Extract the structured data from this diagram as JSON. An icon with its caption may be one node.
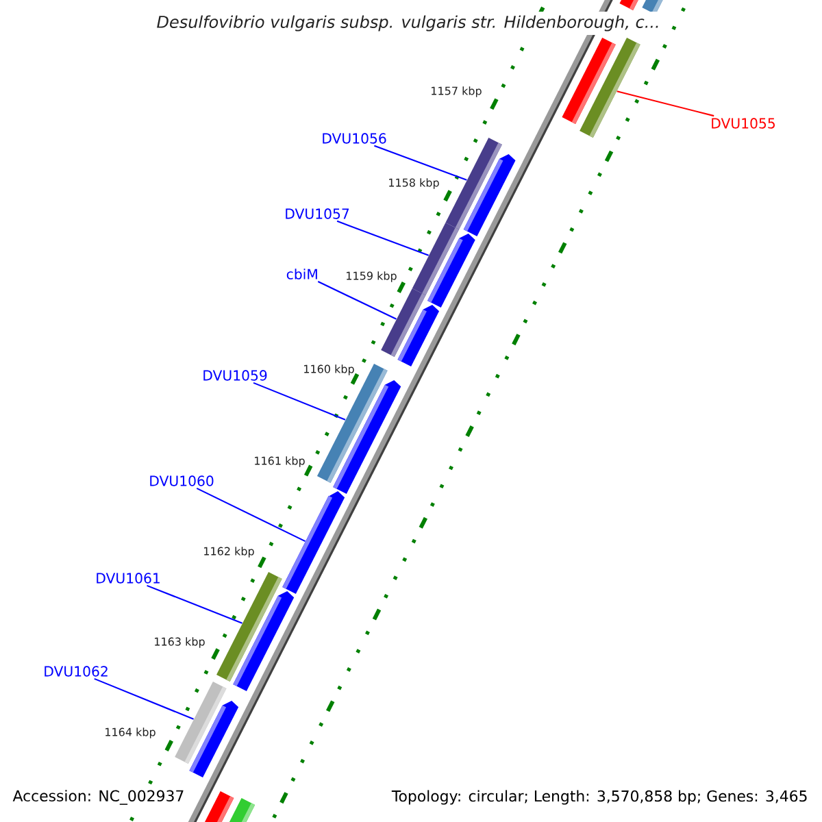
{
  "diagram": {
    "title": "Desulfovibrio vulgaris subsp. vulgaris str. Hildenborough, c...",
    "nodes": [
      {
        "text": [
          "DVU1055"
        ]
      },
      {
        "text": [
          "DVU1056"
        ]
      },
      {
        "text": [
          "DVU1057"
        ]
      },
      {
        "text": [
          "cbiM"
        ]
      },
      {
        "text": [
          "DVU1059"
        ]
      },
      {
        "text": [
          "DVU1060"
        ]
      },
      {
        "text": [
          "DVU1061"
        ]
      },
      {
        "text": [
          "DVU1062"
        ]
      },
      {
        "text": [],
        "shape": "bar"
      },
      {
        "text": [],
        "shape": "bar"
      },
      {
        "text": [],
        "shape": "bar"
      },
      {
        "text": [],
        "shape": "bar"
      },
      {
        "text": [],
        "shape": "bar"
      },
      {
        "text": [],
        "shape": "bar"
      },
      {
        "text": [],
        "shape": "bar"
      },
      {
        "text": [],
        "shape": "arrow"
      }
    ],
    "edges": [
      {
        "from": 0,
        "to": 8,
        "arrow": "none",
        "color": "#ff0000"
      },
      {
        "from": 1,
        "to": 9,
        "arrow": "none"
      },
      {
        "from": 2,
        "to": 10,
        "arrow": "none"
      },
      {
        "from": 3,
        "to": 11,
        "arrow": "none"
      },
      {
        "from": 4,
        "to": 12,
        "arrow": "none"
      },
      {
        "from": 5,
        "to": 15,
        "arrow": "none"
      },
      {
        "from": 6,
        "to": 13,
        "arrow": "none"
      },
      {
        "from": 7,
        "to": 14,
        "arrow": "none"
      }
    ],
    "labels": [
      "1157 kbp",
      "1158 kbp",
      "1159 kbp",
      "1160 kbp",
      "1161 kbp",
      "1162 kbp",
      "1163 kbp",
      "1164 kbp",
      "Accession: NC_002937",
      "Topology: circular; Length: 3,570,858 bp; Genes: 3,465"
    ]
  }
}
